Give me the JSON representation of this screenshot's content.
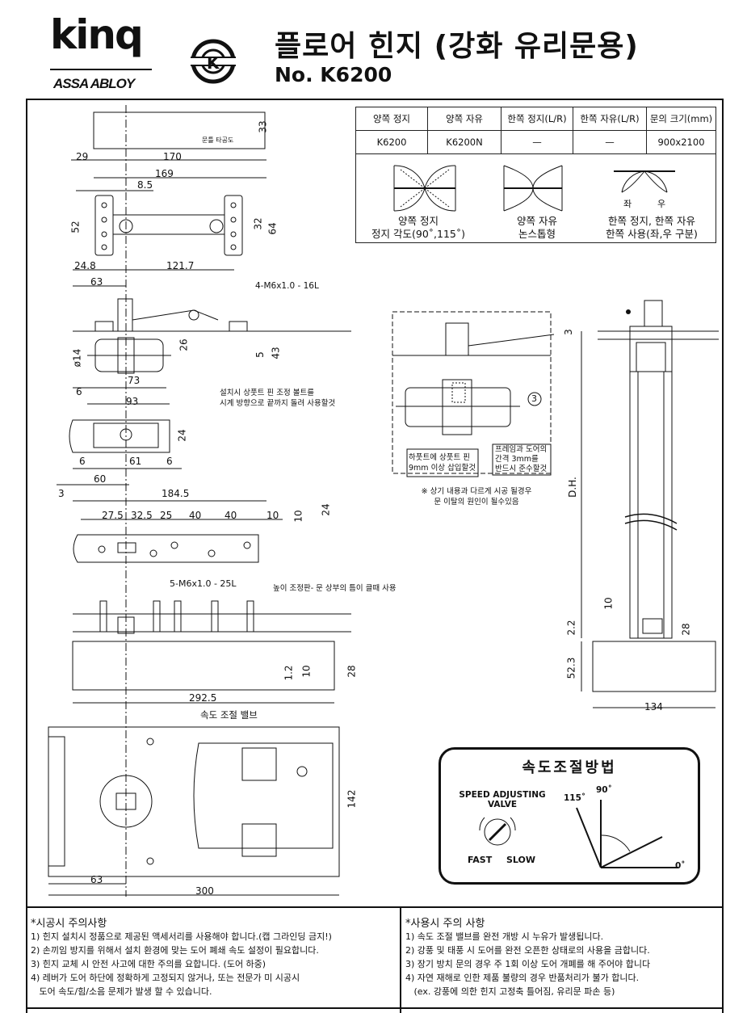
{
  "header": {
    "brand": "kinq",
    "brand_sub": "ASSA ABLOY",
    "title": "플로어 힌지 (강화 유리문용)",
    "model": "No. K6200"
  },
  "spec_table": {
    "headers": [
      "양쪽 정지",
      "양쪽 자유",
      "한쪽 정지(L/R)",
      "한쪽 자유(L/R)",
      "문의 크기(mm)"
    ],
    "row": [
      "K6200",
      "K6200N",
      "—",
      "—",
      "900x2100"
    ],
    "captions": [
      {
        "line1": "양쪽 정지",
        "line2": "정지 각도(90˚,115˚)"
      },
      {
        "line1": "양쪽 자유",
        "line2": "논스톱형"
      },
      {
        "line1": "한쪽 정지, 한쪽 자유",
        "line2": "한쪽 사용(좌,우 구분)"
      }
    ],
    "left_label": "좌",
    "right_label": "우"
  },
  "dims": {
    "d33": "33",
    "d29": "29",
    "d170": "170",
    "d169": "169",
    "d8_5": "8.5",
    "d52": "52",
    "d32": "32",
    "d64": "64",
    "d24_8": "24.8",
    "d121_7": "121.7",
    "d63a": "63",
    "m6_16": "4-M6x1.0 - 16L",
    "d26": "26",
    "d5": "5",
    "d43": "43",
    "d14": "ø14",
    "d73": "73",
    "d6a": "6",
    "d93": "93",
    "d24a": "24",
    "d6b": "6",
    "d61": "61",
    "d6c": "6",
    "d3": "3",
    "d60": "60",
    "d184_5": "184.5",
    "d27_5": "27.5",
    "d32_5": "32.5",
    "d25": "25",
    "d40a": "40",
    "d40b": "40",
    "d10a": "10",
    "d10b": "10",
    "d24b": "24",
    "m6_25": "5-M6x1.0 - 25L",
    "d1_2": "1.2",
    "d10c": "10",
    "d28a": "28",
    "d292_5": "292.5",
    "d142": "142",
    "d63b": "63",
    "d300": "300",
    "d3r": "3",
    "dh": "D.H.",
    "d10r": "10",
    "d2_2": "2.2",
    "d28r": "28",
    "d52_3": "52.3",
    "d134": "134",
    "circle3": "3"
  },
  "annotations": {
    "door_thickness": "문틀 타공도",
    "adjust_bolt_1": "설치시 상풋트 핀 조정 볼트를",
    "adjust_bolt_2": "시계 방향으로 끝까지 돌려 사용할것",
    "height_adjust": "높이 조정판- 문 상부의 틈이 클때 사용",
    "valve_label": "속도 조절 밸브",
    "pin_note_1": "하풋트에 상풋트 핀",
    "pin_note_2": "9mm 이상 삽입할것",
    "gap_note_1": "프레임과 도어의",
    "gap_note_2": "간격 3mm를",
    "gap_note_3": "반드시 준수할것",
    "warn_1": "※ 상기 내용과 다르게 시공 될경우",
    "warn_2": "문 이탈의 원인이 될수있음"
  },
  "speed": {
    "title": "속도조절방법",
    "valve_en_1": "SPEED ADJUSTING",
    "valve_en_2": "VALVE",
    "fast": "FAST",
    "slow": "SLOW",
    "a115": "115˚",
    "a90": "90˚",
    "a0": "0˚"
  },
  "install_notes": {
    "title": "*시공시 주의사항",
    "lines": [
      "1) 힌지 설치시 정품으로 제공된 액세서리를 사용해야 합니다.(캡 그라인딩 금지!)",
      "2) 손끼임 방지를 위해서 설치 환경에 맞는 도어 폐쇄 속도 설정이 필요합니다.",
      "3) 힌지 교체 시 안전 사고에 대한 주의를 요합니다. (도어 하중)",
      "4) 레버가 도어 하단에 정확하게 고정되지 않거나, 또는 전문가 미 시공시",
      "   도어 속도/힘/소음 문제가 발생 할 수 있습니다."
    ]
  },
  "usage_notes": {
    "title": "*사용시 주의 사항",
    "lines": [
      "1) 속도 조절 밸브를 완전 개방 시 누유가 발생됩니다.",
      "2) 강풍 및 태풍 시 도어를 완전 오픈한 상태로의 사용을 금합니다.",
      "3) 장기 방치 문의 경우 주 1회 이상 도어 개폐를 해 주어야 합니다",
      "4) 자연 재해로 인한 제품 불량의 경우 반품처리가 불가 합니다.",
      "   (ex. 강풍에 의한 힌지 고정축 틀어짐, 유리문 파손 등)"
    ]
  }
}
